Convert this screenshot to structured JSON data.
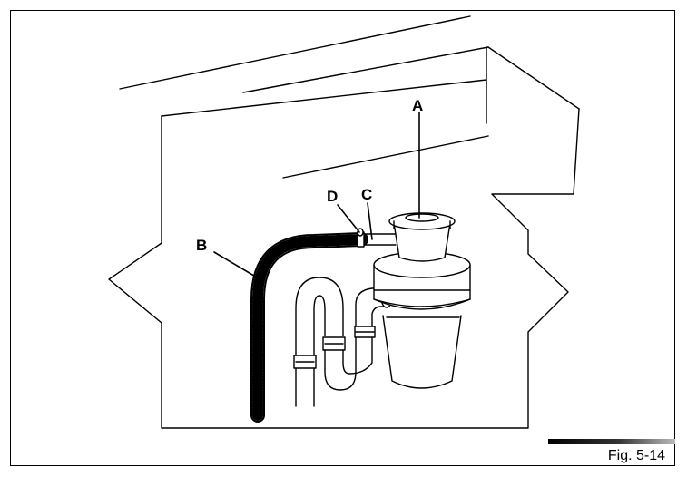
{
  "figure": {
    "caption": "Fig. 5-14",
    "callouts": {
      "a": "A",
      "b": "B",
      "c": "C",
      "d": "D"
    }
  },
  "colors": {
    "line": "#000000",
    "background": "#ffffff"
  }
}
